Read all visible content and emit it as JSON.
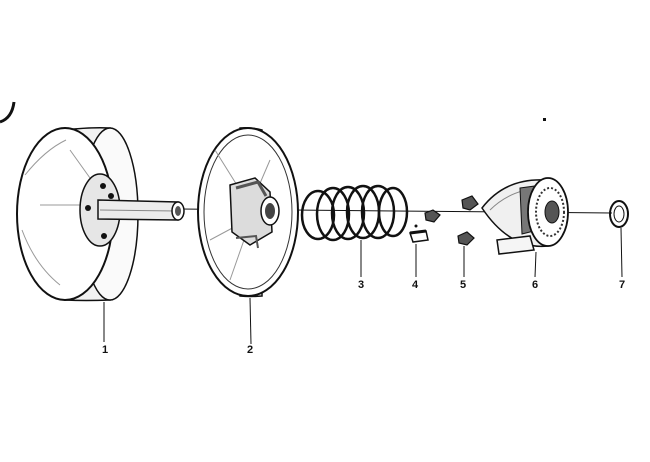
{
  "parts": [
    {
      "number": "1",
      "name": "fixed-sheave-with-shaft"
    },
    {
      "number": "2",
      "name": "movable-sheave"
    },
    {
      "number": "3",
      "name": "spring"
    },
    {
      "number": "4",
      "name": "key"
    },
    {
      "number": "5",
      "name": "roller-bushing"
    },
    {
      "number": "6",
      "name": "spider-cover"
    },
    {
      "number": "7",
      "name": "retaining-ring"
    }
  ],
  "colors": {
    "ink": "#111111",
    "paper": "#ffffff",
    "shade": "#6a6a6a"
  }
}
